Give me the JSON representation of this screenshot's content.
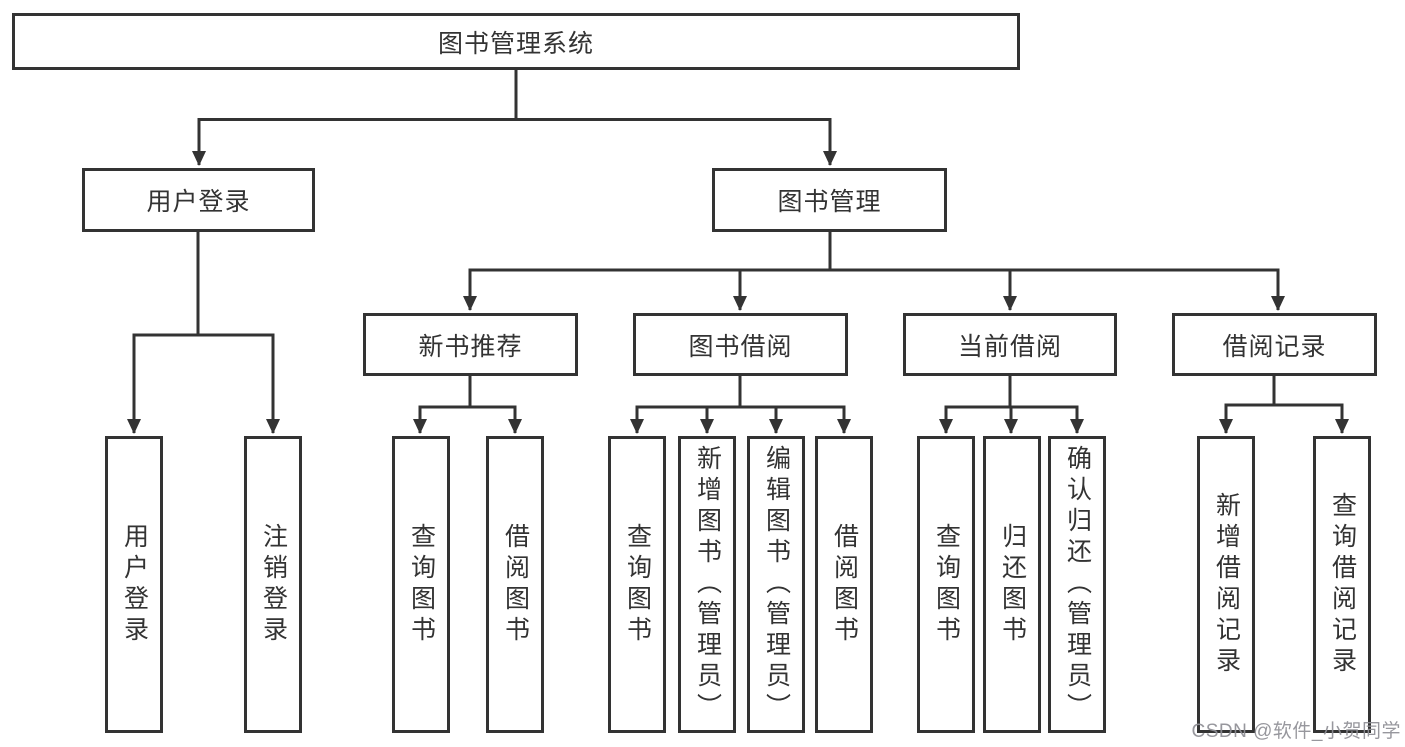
{
  "tree": {
    "label": "图书管理系统",
    "children": [
      {
        "label": "用户登录",
        "children": [
          "用户登录",
          "注销登录"
        ]
      },
      {
        "label": "图书管理",
        "children": [
          {
            "label": "新书推荐",
            "children": [
              "查询图书",
              "借阅图书"
            ]
          },
          {
            "label": "图书借阅",
            "children": [
              "查询图书",
              "新增图书（管理员）",
              "编辑图书（管理员）",
              "借阅图书"
            ]
          },
          {
            "label": "当前借阅",
            "children": [
              "查询图书",
              "归还图书",
              "确认归还（管理员）"
            ]
          },
          {
            "label": "借阅记录",
            "children": [
              "新增借阅记录",
              "查询借阅记录"
            ]
          }
        ]
      }
    ]
  },
  "watermark": "CSDN @软件_小贺同学",
  "colors": {
    "line": "#333333",
    "box_background": "#ffffff",
    "text": "#333333",
    "watermark": "#8f8f95"
  }
}
